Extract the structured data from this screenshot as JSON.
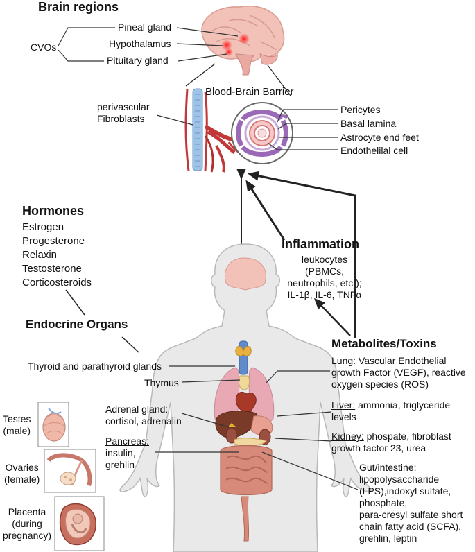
{
  "brain_regions": {
    "title": "Brain regions",
    "cvos": "CVOs",
    "pineal": "Pineal gland",
    "hypothalamus": "Hypothalamus",
    "pituitary": "Pituitary gland"
  },
  "bbb": {
    "title": "Blood-Brain Barrier",
    "perivascular": [
      "perivascular",
      "Fibroblasts"
    ],
    "pericytes": "Pericytes",
    "basal_lamina": "Basal lamina",
    "astrocyte": "Astrocyte end feet",
    "endothelial": "Endothelilal cell"
  },
  "hormones": {
    "title": "Hormones",
    "items": [
      "Estrogen",
      "Progesterone",
      "Relaxin",
      "Testosterone",
      "Corticosteroids"
    ]
  },
  "inflammation": {
    "title": "Inflammation",
    "lines": [
      "leukocytes",
      "(PBMCs,",
      "neutrophils, etc.);",
      "IL-1β, IL-6, TNFα"
    ]
  },
  "endocrine": {
    "title": "Endocrine Organs",
    "thyroid": "Thyroid and parathyroid glands",
    "thymus": "Thymus",
    "adrenal": [
      "Adrenal gland:",
      "cortisol, adrenalin"
    ],
    "pancreas_label": "Pancreas:",
    "pancreas": [
      "insulin,",
      "grehlin"
    ],
    "testes": [
      "Testes",
      "(male)"
    ],
    "ovaries": [
      "Ovaries",
      "(female)"
    ],
    "placenta": [
      "Placenta",
      "(during",
      "pregnancy)"
    ]
  },
  "metabolites": {
    "title": "Metabolites/Toxins",
    "lung_label": "Lung:",
    "lung": [
      " Vascular Endothelial",
      "growth Factor (VEGF), reactive",
      "oxygen species (ROS)"
    ],
    "liver_label": "Liver:",
    "liver": [
      " ammonia, triglyceride",
      "levels"
    ],
    "kidney_label": "Kidney:",
    "kidney": [
      " phospate, fibroblast",
      "growth factor 23, urea"
    ],
    "gut_label": "Gut/intestine:",
    "gut": [
      "lipopolysaccharide",
      "(LPS),indoxyl sulfate,",
      "phosphate,",
      "para-cresyl sulfate short",
      "chain fatty acid (SCFA),",
      "grehlin, leptin"
    ]
  },
  "colors": {
    "brain": "#f0b8b0",
    "vessel_blue": "#8cb8e0",
    "vessel_red": "#b03030",
    "bbb_purple": "#9a6ab8",
    "bbb_pink": "#e89898",
    "body": "#e8e8e8",
    "body_stroke": "#b4b4b4",
    "arrow": "#222222"
  }
}
